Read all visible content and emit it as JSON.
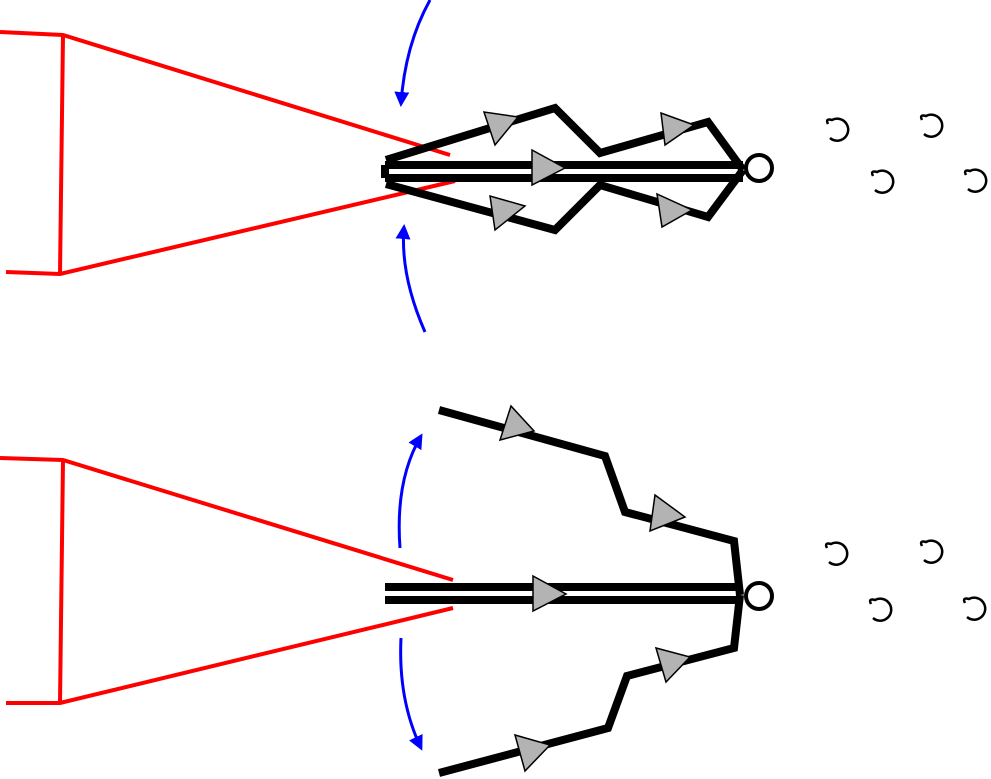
{
  "colors": {
    "background": "#ffffff",
    "cone": "#ff0000",
    "path": "#000000",
    "arrowhead_fill": "#b3b3b3",
    "motion_arrow": "#0000ff"
  },
  "panels": [
    {
      "id": "top",
      "state": "converging",
      "motion_arrows": "inward",
      "cone_icon": "cone-outline",
      "node_icon": "circle-node",
      "particle_icon": "horseshoe-icon",
      "particle_count": 4
    },
    {
      "id": "bottom",
      "state": "diverging",
      "motion_arrows": "outward",
      "cone_icon": "cone-outline",
      "node_icon": "circle-node",
      "particle_icon": "horseshoe-icon",
      "particle_count": 4
    }
  ]
}
